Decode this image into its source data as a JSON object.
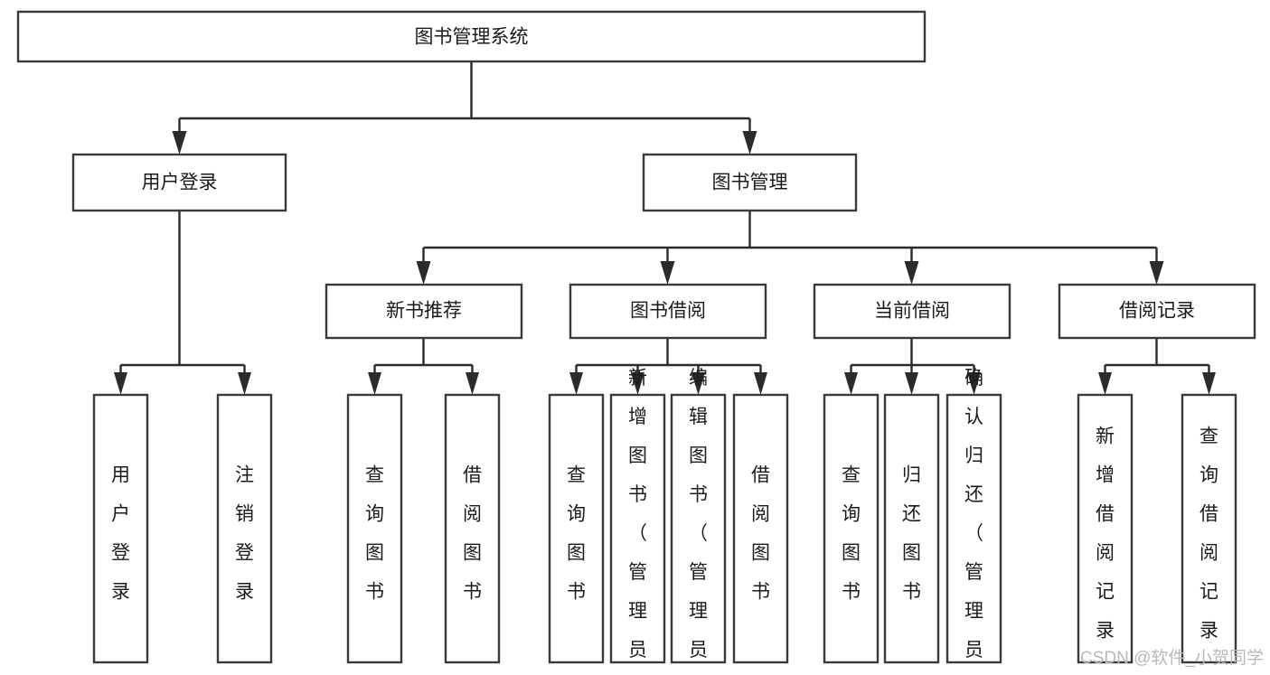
{
  "diagram": {
    "title": "图书管理系统",
    "orientation": "top-down-tree",
    "background_color": "#ffffff",
    "box_stroke_color": "#3a3a3a",
    "connector_color": "#2b2b2b",
    "text_color": "#1b1b1b",
    "levels": {
      "root": {
        "label": "图书管理系统"
      },
      "level2": [
        {
          "label": "用户登录"
        },
        {
          "label": "图书管理"
        }
      ],
      "level3": [
        {
          "label": "新书推荐"
        },
        {
          "label": "图书借阅"
        },
        {
          "label": "当前借阅"
        },
        {
          "label": "借阅记录"
        }
      ],
      "leaves": {
        "user_login": [
          {
            "label": "用户登录"
          },
          {
            "label": "注销登录"
          }
        ],
        "new_book_recommend": [
          {
            "label": "查询图书"
          },
          {
            "label": "借阅图书"
          }
        ],
        "book_borrow": [
          {
            "label": "查询图书"
          },
          {
            "label": "新增图书（管理员）"
          },
          {
            "label": "编辑图书（管理员）"
          },
          {
            "label": "借阅图书"
          }
        ],
        "current_borrow": [
          {
            "label": "查询图书"
          },
          {
            "label": "归还图书"
          },
          {
            "label": "确认归还（管理员）"
          }
        ],
        "borrow_record": [
          {
            "label": "新增借阅记录"
          },
          {
            "label": "查询借阅记录"
          }
        ]
      }
    }
  },
  "watermark": {
    "text": "CSDN @软件_小贺同学",
    "color": "#b9b9b9"
  }
}
